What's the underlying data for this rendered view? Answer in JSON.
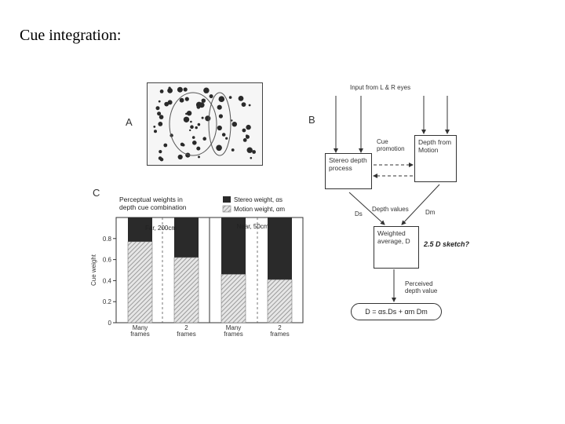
{
  "slide": {
    "title": "Cue integration:"
  },
  "panel_labels": {
    "a": "A",
    "b": "B",
    "c": "C"
  },
  "flow": {
    "input": "Input from L & R eyes",
    "stereo_box": "Stereo depth process",
    "motion_box": "Depth from Motion",
    "cue_promotion": "Cue promotion",
    "depth_values": "Depth values",
    "ds": "Ds",
    "dm": "Dm",
    "weighted_box": "Weighted average, D",
    "sketch": "2.5 D sketch?",
    "perceived": "Perceived depth value",
    "equation": "D = αs.Ds + αm Dm"
  },
  "chart_data": {
    "type": "bar",
    "title": "Perceptual weights in depth cue combination",
    "ylabel": "Cue weight",
    "ylim": [
      0,
      1
    ],
    "yticks": [
      "0",
      "0.2",
      "0.4",
      "0.6",
      "0.8"
    ],
    "categories": [
      "Many frames",
      "2 frames",
      "Many frames",
      "2 frames"
    ],
    "groups": [
      "Far, 200cm",
      "Near, 50cm"
    ],
    "series": [
      {
        "name": "Stereo weight, αs",
        "values": [
          0.23,
          0.38,
          0.54,
          0.59
        ],
        "color": "#2a2a2a"
      },
      {
        "name": "Motion weight, αm",
        "values": [
          0.77,
          0.62,
          0.46,
          0.41
        ],
        "color": "#bdbdbd"
      }
    ]
  },
  "colors": {
    "dark": "#2a2a2a",
    "hatch": "#bdbdbd",
    "line": "#333333"
  }
}
